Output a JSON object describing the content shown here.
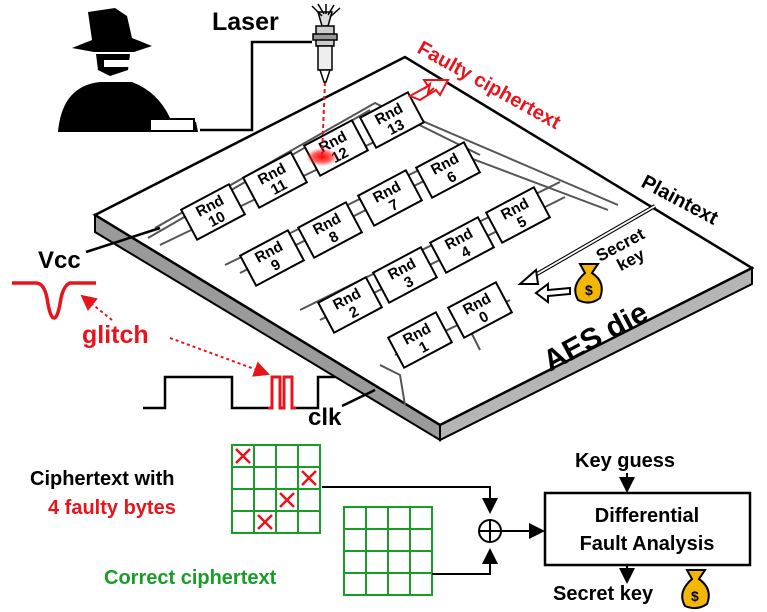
{
  "labels": {
    "laser": "Laser",
    "faulty_ciphertext": "Faulty ciphertext",
    "plaintext": "Plaintext",
    "secret_key_die": "Secret key",
    "aes_die": "AES die",
    "vcc": "Vcc",
    "glitch": "glitch",
    "clk": "clk",
    "ciphertext_with": "Ciphertext with",
    "faulty_bytes": "4 faulty bytes",
    "correct_ciphertext": "Correct ciphertext",
    "key_guess": "Key guess",
    "dfa_line1": "Differential",
    "dfa_line2": "Fault Analysis",
    "secret_key_out": "Secret key",
    "dollar": "$"
  },
  "rounds": [
    {
      "rnd": "Rnd",
      "num": "13"
    },
    {
      "rnd": "Rnd",
      "num": "12"
    },
    {
      "rnd": "Rnd",
      "num": "11"
    },
    {
      "rnd": "Rnd",
      "num": "10"
    },
    {
      "rnd": "Rnd",
      "num": "6"
    },
    {
      "rnd": "Rnd",
      "num": "7"
    },
    {
      "rnd": "Rnd",
      "num": "8"
    },
    {
      "rnd": "Rnd",
      "num": "9"
    },
    {
      "rnd": "Rnd",
      "num": "5"
    },
    {
      "rnd": "Rnd",
      "num": "4"
    },
    {
      "rnd": "Rnd",
      "num": "3"
    },
    {
      "rnd": "Rnd",
      "num": "2"
    },
    {
      "rnd": "Rnd",
      "num": "0"
    },
    {
      "rnd": "Rnd",
      "num": "1"
    }
  ],
  "colors": {
    "fault_red": "#e8141b",
    "grid_green": "#1a9d28",
    "die_top": "#ffffff",
    "die_side": "#9a9a9a"
  }
}
